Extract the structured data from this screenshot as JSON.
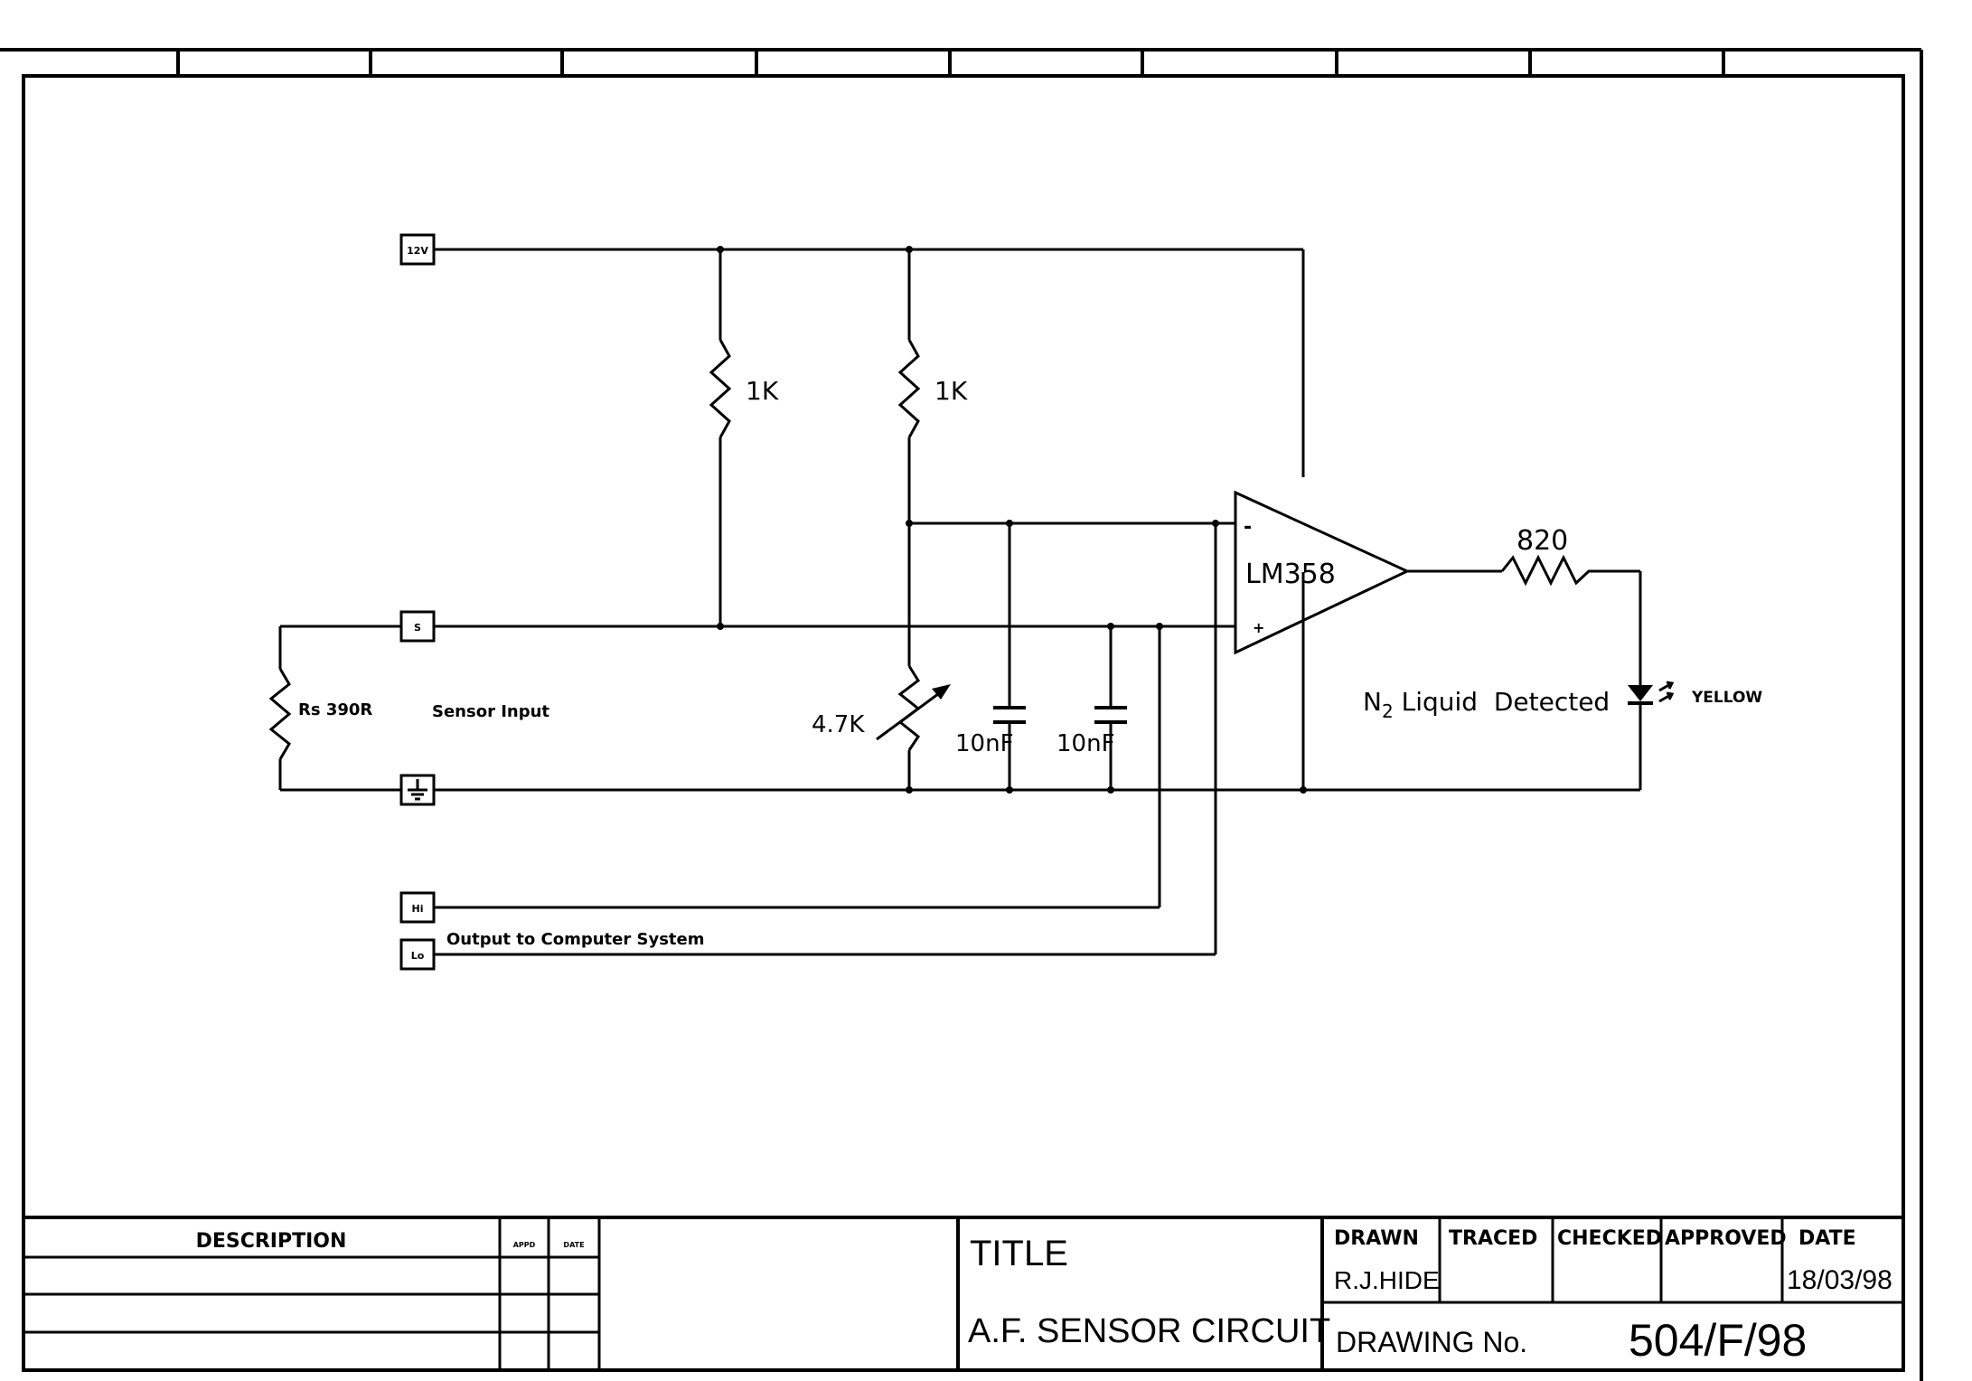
{
  "schematic": {
    "supply_terminal": "12V",
    "sensor_terminal": "S",
    "hi_terminal": "Hi",
    "lo_terminal": "Lo",
    "r1_value": "1K",
    "r2_value": "1K",
    "rs_value": "Rs 390R",
    "sensor_input_label": "Sensor Input",
    "pot_value": "4.7K",
    "c1_value": "10nF",
    "c2_value": "10nF",
    "opamp_label": "LM358",
    "opamp_minus": "-",
    "opamp_plus": "+",
    "r_out_value": "820",
    "detect_prefix": "N",
    "detect_subscript": "2",
    "detect_suffix": " Liquid  Detected",
    "led_color": "YELLOW",
    "output_label": "Output to Computer System"
  },
  "title_block": {
    "description_header": "DESCRIPTION",
    "appd_header": "APPD",
    "date_col_header": "DATE",
    "title_label": "TITLE",
    "title_value": "A.F. SENSOR CIRCUIT",
    "drawn_label": "DRAWN",
    "drawn_value": "R.J.HIDE",
    "traced_label": "TRACED",
    "checked_label": "CHECKED",
    "approved_label": "APPROVED",
    "date_label": "DATE",
    "date_value": "18/03/98",
    "drawing_no_label": "DRAWING No.",
    "drawing_no_value": "504/F/98"
  }
}
